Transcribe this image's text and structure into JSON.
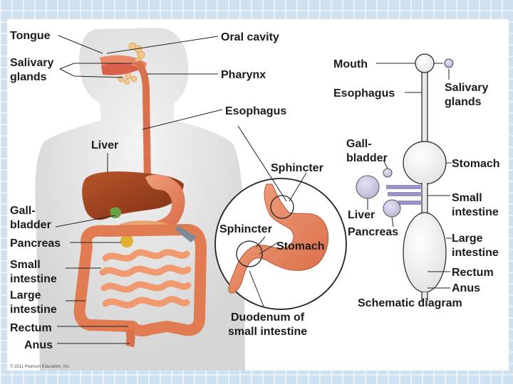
{
  "figure": {
    "left_labels": {
      "tongue": "Tongue",
      "salivary_1": "Salivary",
      "salivary_2": "glands",
      "liver": "Liver",
      "gall_1": "Gall-",
      "gall_2": "bladder",
      "pancreas": "Pancreas",
      "small_1": "Small",
      "small_2": "intestine",
      "large_1": "Large",
      "large_2": "intestine",
      "rectum": "Rectum",
      "anus": "Anus"
    },
    "center_labels": {
      "oral_cavity": "Oral cavity",
      "pharynx": "Pharynx",
      "esophagus": "Esophagus"
    },
    "inset_labels": {
      "sphincter_top": "Sphincter",
      "sphincter_bottom": "Sphincter",
      "stomach": "Stomach",
      "duodenum_1": "Duodenum of",
      "duodenum_2": "small intestine"
    },
    "schematic_labels": {
      "mouth": "Mouth",
      "esophagus": "Esophagus",
      "salivary_1": "Salivary",
      "salivary_2": "glands",
      "gall_1": "Gall-",
      "gall_2": "bladder",
      "stomach": "Stomach",
      "small_1": "Small",
      "small_2": "intestine",
      "liver": "Liver",
      "pancreas": "Pancreas",
      "large_1": "Large",
      "large_2": "intestine",
      "rectum": "Rectum",
      "anus": "Anus",
      "caption": "Schematic diagram"
    },
    "copyright": "© 2011 Pearson Education, Inc."
  }
}
